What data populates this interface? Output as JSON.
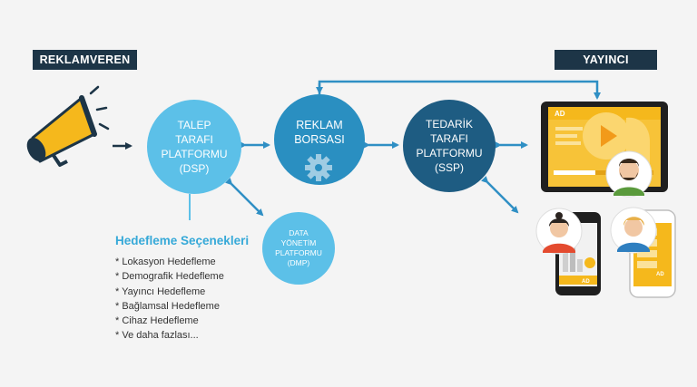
{
  "labels": {
    "advertiser": "REKLAMVEREN",
    "publisher": "YAYINCI"
  },
  "nodes": {
    "dsp": "TALEP\nTARAFI\nPLATFORMU\n(DSP)",
    "exchange": "REKLAM\nBORSASI",
    "ssp": "TEDARİK\nTARAFI\nPLATFORMU\n(SSP)",
    "dmp": "DATA\nYÖNETİM\nPLATFORMU\n(DMP)"
  },
  "targeting": {
    "title": "Hedefleme Seçenekleri",
    "items": [
      "* Lokasyon Hedefleme",
      "* Demografik Hedefleme",
      "* Yayıncı Hedefleme",
      "* Bağlamsal Hedefleme",
      "* Cihaz Hedefleme",
      "* Ve daha fazlası..."
    ]
  },
  "ad_badges": {
    "tablet": "AD",
    "phone_left": "AD",
    "phone_right": "AD"
  },
  "colors": {
    "navy": "#1d3547",
    "light_blue": "#5cc0e8",
    "mid_blue": "#2a8fc1",
    "dark_blue": "#1e5c82",
    "arrow_blue": "#2f8fc4",
    "accent_yellow": "#f5b81c"
  },
  "icons": [
    "megaphone-icon",
    "gear-icon",
    "tablet-icon",
    "smartphone-icon",
    "person-avatar-icon"
  ]
}
